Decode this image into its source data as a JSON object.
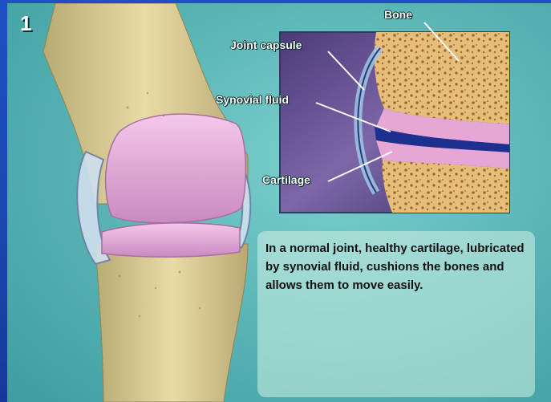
{
  "step": {
    "number": "1"
  },
  "labels": {
    "bone": "Bone",
    "joint_capsule": "Joint capsule",
    "synovial_fluid": "Synovial fluid",
    "cartilage": "Cartilage"
  },
  "description": "In a normal joint, healthy cartilage, lubricated by synovial fluid, cushions the bones and allows them to move easily.",
  "colors": {
    "background_teal": "#5cb7b7",
    "frame_blue": "#1e4fc4",
    "cartilage_pink": "#e7a9d8",
    "bone_tan": "#e7c98d",
    "synovial_fluid_blue": "#1d2f8f"
  }
}
